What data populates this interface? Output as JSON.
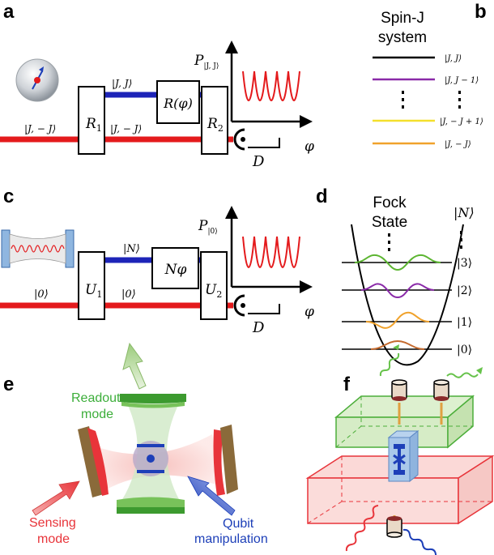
{
  "colors": {
    "red": "#e41a1c",
    "blue": "#1d24b8",
    "green": "#5cb531",
    "purple": "#8a2aa8",
    "yellow": "#f4e02c",
    "orange": "#f0a22c",
    "brown": "#c46a2e",
    "mode_green": "#3cae3a",
    "mode_red": "#e8343a",
    "qubit_blue": "#1d3fb8"
  },
  "panel_a": {
    "letter": "a",
    "input_state": "|J, − J⟩",
    "upper_state": "|J, J⟩",
    "lower_state": "|J, − J⟩",
    "r1": "R",
    "r1_sub": "1",
    "rphi": "R(φ)",
    "r2": "R",
    "r2_sub": "2",
    "detector": "D",
    "p_axis": "P",
    "p_axis_sub": "|J, J⟩",
    "phi_axis": "φ",
    "icon": "sphere-spin-icon"
  },
  "panel_b": {
    "letter": "b",
    "title_line1": "Spin-J",
    "title_line2": "system",
    "levels": [
      {
        "label": "|J, J⟩",
        "color": "#000000"
      },
      {
        "label": "|J, J − 1⟩",
        "color": "#8a2aa8"
      },
      {
        "label": "|J, − J + 1⟩",
        "color": "#f4e02c"
      },
      {
        "label": "|J, − J⟩",
        "color": "#f0a22c"
      }
    ]
  },
  "panel_c": {
    "letter": "c",
    "input_state": "|0⟩",
    "upper_state": "|N⟩",
    "lower_state": "|0⟩",
    "u1": "U",
    "u1_sub": "1",
    "nphi": "Nφ",
    "u2": "U",
    "u2_sub": "2",
    "detector": "D",
    "p_axis": "P",
    "p_axis_sub": "|0⟩",
    "phi_axis": "φ",
    "icon": "cavity-icon"
  },
  "panel_d": {
    "letter": "d",
    "title_line1": "Fock",
    "title_line2": "State",
    "top_label": "|N⟩",
    "levels": [
      "|3⟩",
      "|2⟩",
      "|1⟩",
      "|0⟩"
    ]
  },
  "panel_e": {
    "letter": "e",
    "readout_line1": "Readout",
    "readout_line2": "mode",
    "sensing_line1": "Sensing",
    "sensing_line2": "mode",
    "qubit_line1": "Qubit",
    "qubit_line2": "manipulation"
  },
  "panel_f": {
    "letter": "f"
  }
}
